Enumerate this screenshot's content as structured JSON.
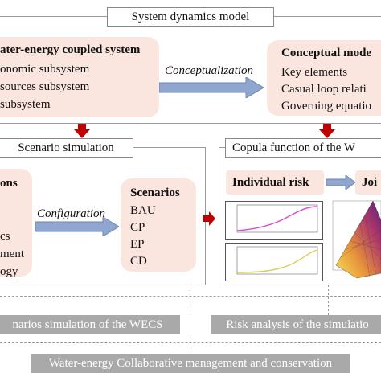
{
  "top_title": "System dynamics model",
  "coupled": {
    "title": "ater-energy coupled system",
    "items": [
      "onomic subsystem",
      "sources subsystem",
      "subsystem"
    ]
  },
  "conceptualization": "Conceptualization",
  "conceptual": {
    "title": "Conceptual mode",
    "items": [
      "Key elements",
      "Casual loop relati",
      "Governing equatio"
    ]
  },
  "scenario_sim_title": "Scenario simulation",
  "left_inner": {
    "title": "ons",
    "items": [
      "cs",
      "ment",
      "ogy"
    ]
  },
  "configuration": "Configuration",
  "scenarios": {
    "title": "Scenarios",
    "items": [
      "BAU",
      "CP",
      "EP",
      "CD"
    ]
  },
  "copula_title": "Copula function of the W",
  "individual_risk": "Individual risk",
  "joint_risk": "Joi",
  "bottom_boxes": {
    "left": "narios simulation of the WECS",
    "right": "Risk analysis of the simulatio",
    "final": "Water-energy Collaborative management and conservation"
  },
  "colors": {
    "peach": "#fbe6df",
    "red_arrow": "#c00000",
    "blue_arrow": "#8fa6cf",
    "gray_box": "#a9a9a9"
  }
}
